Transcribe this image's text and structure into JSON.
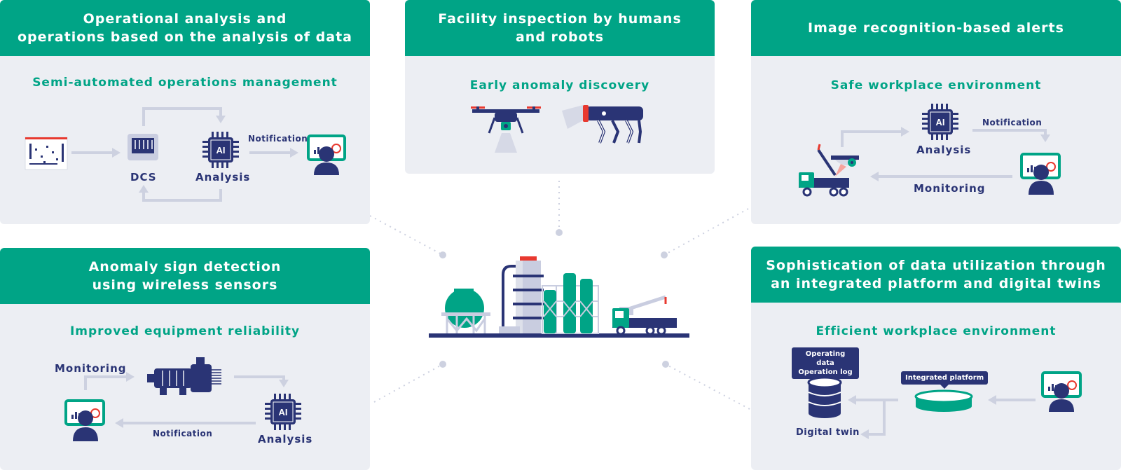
{
  "panels": {
    "operational": {
      "title": "Operational analysis and\noperations based on the analysis of data",
      "subtitle": "Semi-automated operations management",
      "labels": {
        "dcs": "DCS",
        "analysis": "Analysis",
        "notification": "Notification"
      }
    },
    "facility": {
      "title": "Facility inspection by humans\nand robots",
      "subtitle": "Early anomaly discovery"
    },
    "image": {
      "title": "Image recognition-based alerts",
      "subtitle": "Safe workplace environment",
      "labels": {
        "analysis": "Analysis",
        "notification": "Notification",
        "monitoring": "Monitoring"
      }
    },
    "anomaly": {
      "title": "Anomaly sign detection\nusing wireless sensors",
      "subtitle": "Improved equipment reliability",
      "labels": {
        "monitoring": "Monitoring",
        "notification": "Notification",
        "analysis": "Analysis"
      }
    },
    "sophistication": {
      "title": "Sophistication of data utilization through\nan integrated platform and digital twins",
      "subtitle": "Efficient workplace environment",
      "labels": {
        "operating_data": "Operating data\nOperation log",
        "integrated_platform": "Integrated platform",
        "digital_twin": "Digital twin"
      }
    }
  },
  "chip_text": "AI",
  "colors": {
    "green": "#00a486",
    "navy": "#2a3475",
    "panel_bg": "#eceef3",
    "arrow": "#cdd1e0",
    "red": "#e8392f"
  }
}
